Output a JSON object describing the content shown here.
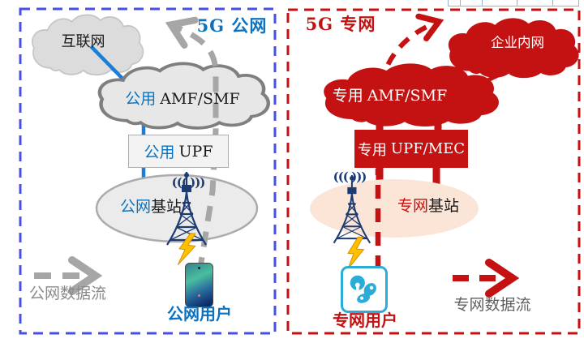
{
  "colors": {
    "public_accent": "#0B72C0",
    "private_accent": "#C41111",
    "flow_gray": "#A6A6A6",
    "panel_border_blue": "#4650E6",
    "panel_border_red": "#C41111",
    "cloud_gray": "#DCDCDC",
    "core_cloud_gray": "#E7E7E7",
    "station_ellipse_right": "#FBE5D6",
    "user_box_cyan": "#2AACD8",
    "lightning_yellow": "#FFC000",
    "tower_navy": "#1C3B70"
  },
  "left_panel": {
    "title": "5G 公网",
    "internet_cloud": "互联网",
    "core_cloud": {
      "prefix": "公用",
      "name": "AMF/SMF"
    },
    "upf_box": {
      "prefix": "公用",
      "name": "UPF"
    },
    "station": {
      "prefix": "公网",
      "name": "基站"
    },
    "antenna_waves": "((( )))",
    "user_label": "公网用户",
    "flow_label": "公网数据流"
  },
  "right_panel": {
    "title": "5G 专网",
    "intranet_cloud": "企业内网",
    "core_cloud": {
      "prefix": "专用",
      "name": "AMF/SMF"
    },
    "upf_box": {
      "prefix": "专用",
      "name": "UPF/MEC"
    },
    "station": {
      "prefix": "专网",
      "name": "基站"
    },
    "antenna_waves": "((( )))",
    "user_label": "专网用户",
    "flow_label": "专网数据流"
  }
}
